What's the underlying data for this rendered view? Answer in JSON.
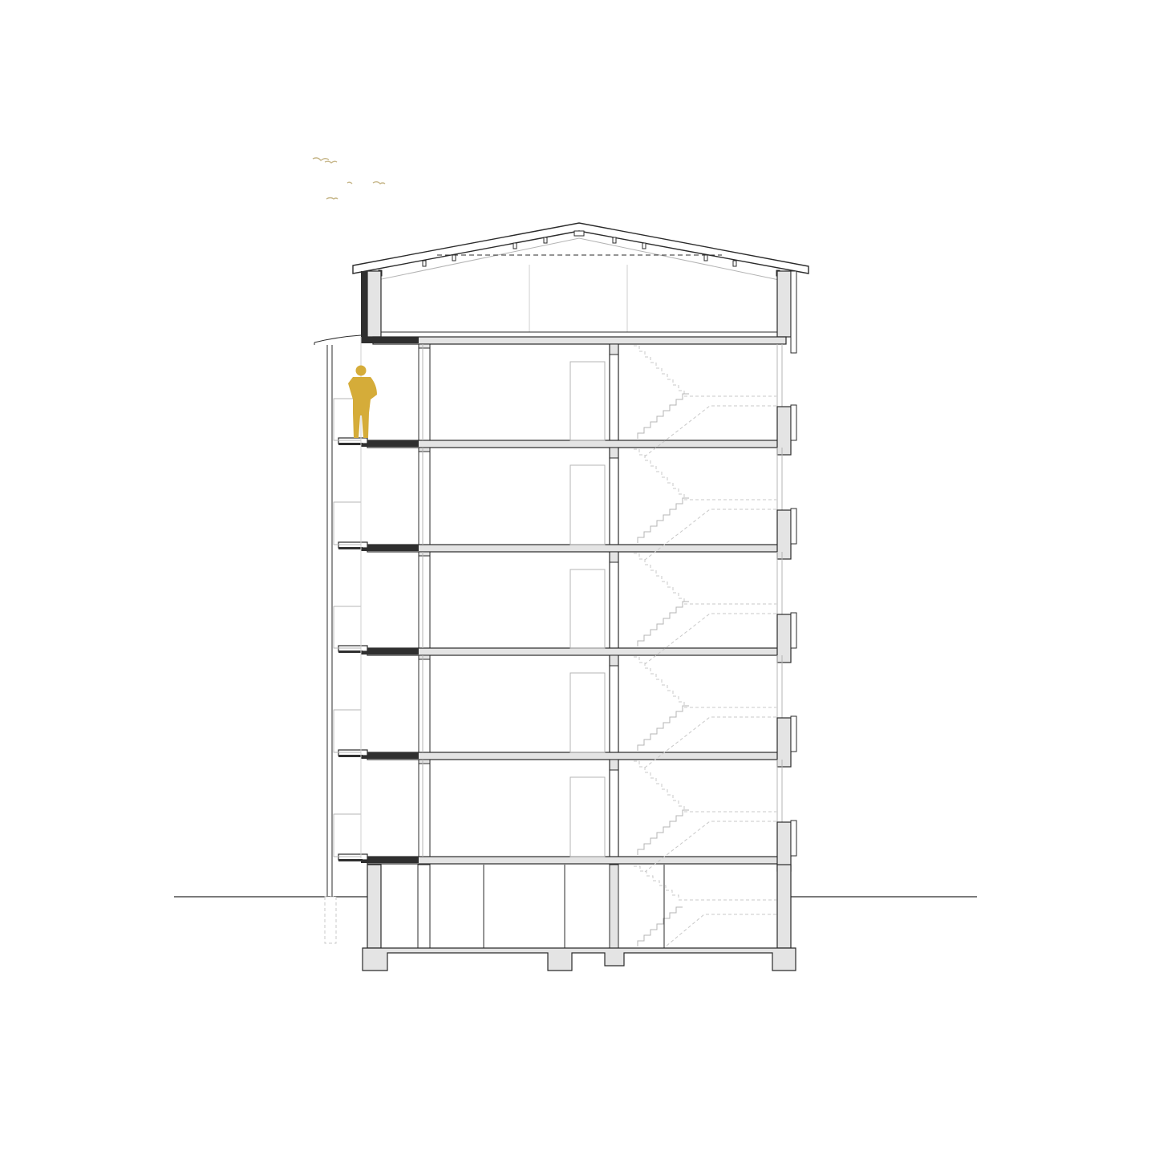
{
  "diagram": {
    "kind": "architectural-section",
    "floors_above_ground": 5,
    "has_attic": true,
    "has_basement": true,
    "has_stair_core": true,
    "has_balconies": true,
    "figure": "person-silhouette",
    "birds": 4
  },
  "colors": {
    "background": "#ffffff",
    "line": "#2b2b2b",
    "cut_fill": "#e4e4e4",
    "dark_fill": "#2f2f2f",
    "light_line": "#b4b4b4",
    "dashed_line": "#c8c8c8",
    "figure": "#d5ac39",
    "birds": "#c7b78a"
  },
  "caption": {
    "text": "",
    "icon": "caption-text"
  }
}
